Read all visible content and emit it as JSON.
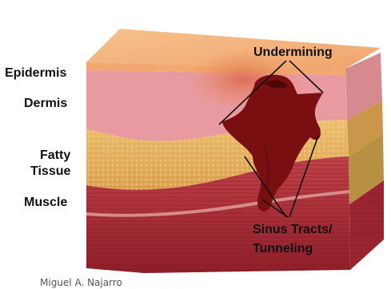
{
  "labels": {
    "epidermis": "Epidermis",
    "dermis": "Dermis",
    "fatty_line1": "Fatty",
    "fatty_line2": "Tissue",
    "muscle": "Muscle",
    "undermining": "Undermining",
    "sinus_line1": "Sinus Tracts/",
    "sinus_line2": "Tunneling"
  },
  "credit": "Miguel A. Najarro",
  "colors": {
    "epidermis_top": "#f4b27a",
    "dermis": "#e89aa0",
    "fat": "#e6b25a",
    "muscle": "#a82a35",
    "wound": "#7a0f12"
  }
}
